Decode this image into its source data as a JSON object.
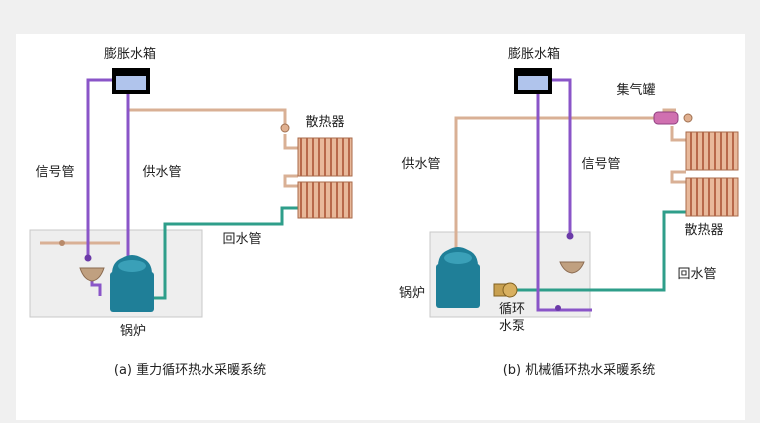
{
  "diagram_a": {
    "expansion_tank": "膨胀水箱",
    "radiator": "散热器",
    "signal_pipe": "信号管",
    "supply_pipe": "供水管",
    "return_pipe": "回水管",
    "boiler": "锅炉",
    "caption": "(a)  重力循环热水采暖系统"
  },
  "diagram_b": {
    "expansion_tank": "膨胀水箱",
    "air_collector": "集气罐",
    "radiator": "散热器",
    "supply_pipe": "供水管",
    "signal_pipe": "信号管",
    "return_pipe": "回水管",
    "boiler": "锅炉",
    "circulating_pump_line1": "循环",
    "circulating_pump_line2": "水泵",
    "caption": "(b)  机械循环热水采暖系统"
  },
  "colors": {
    "supply": "#d9b095",
    "return": "#2e9e8a",
    "signal": "#8a55c8",
    "boiler": "#1f7f98",
    "radiator": "#d49070"
  }
}
